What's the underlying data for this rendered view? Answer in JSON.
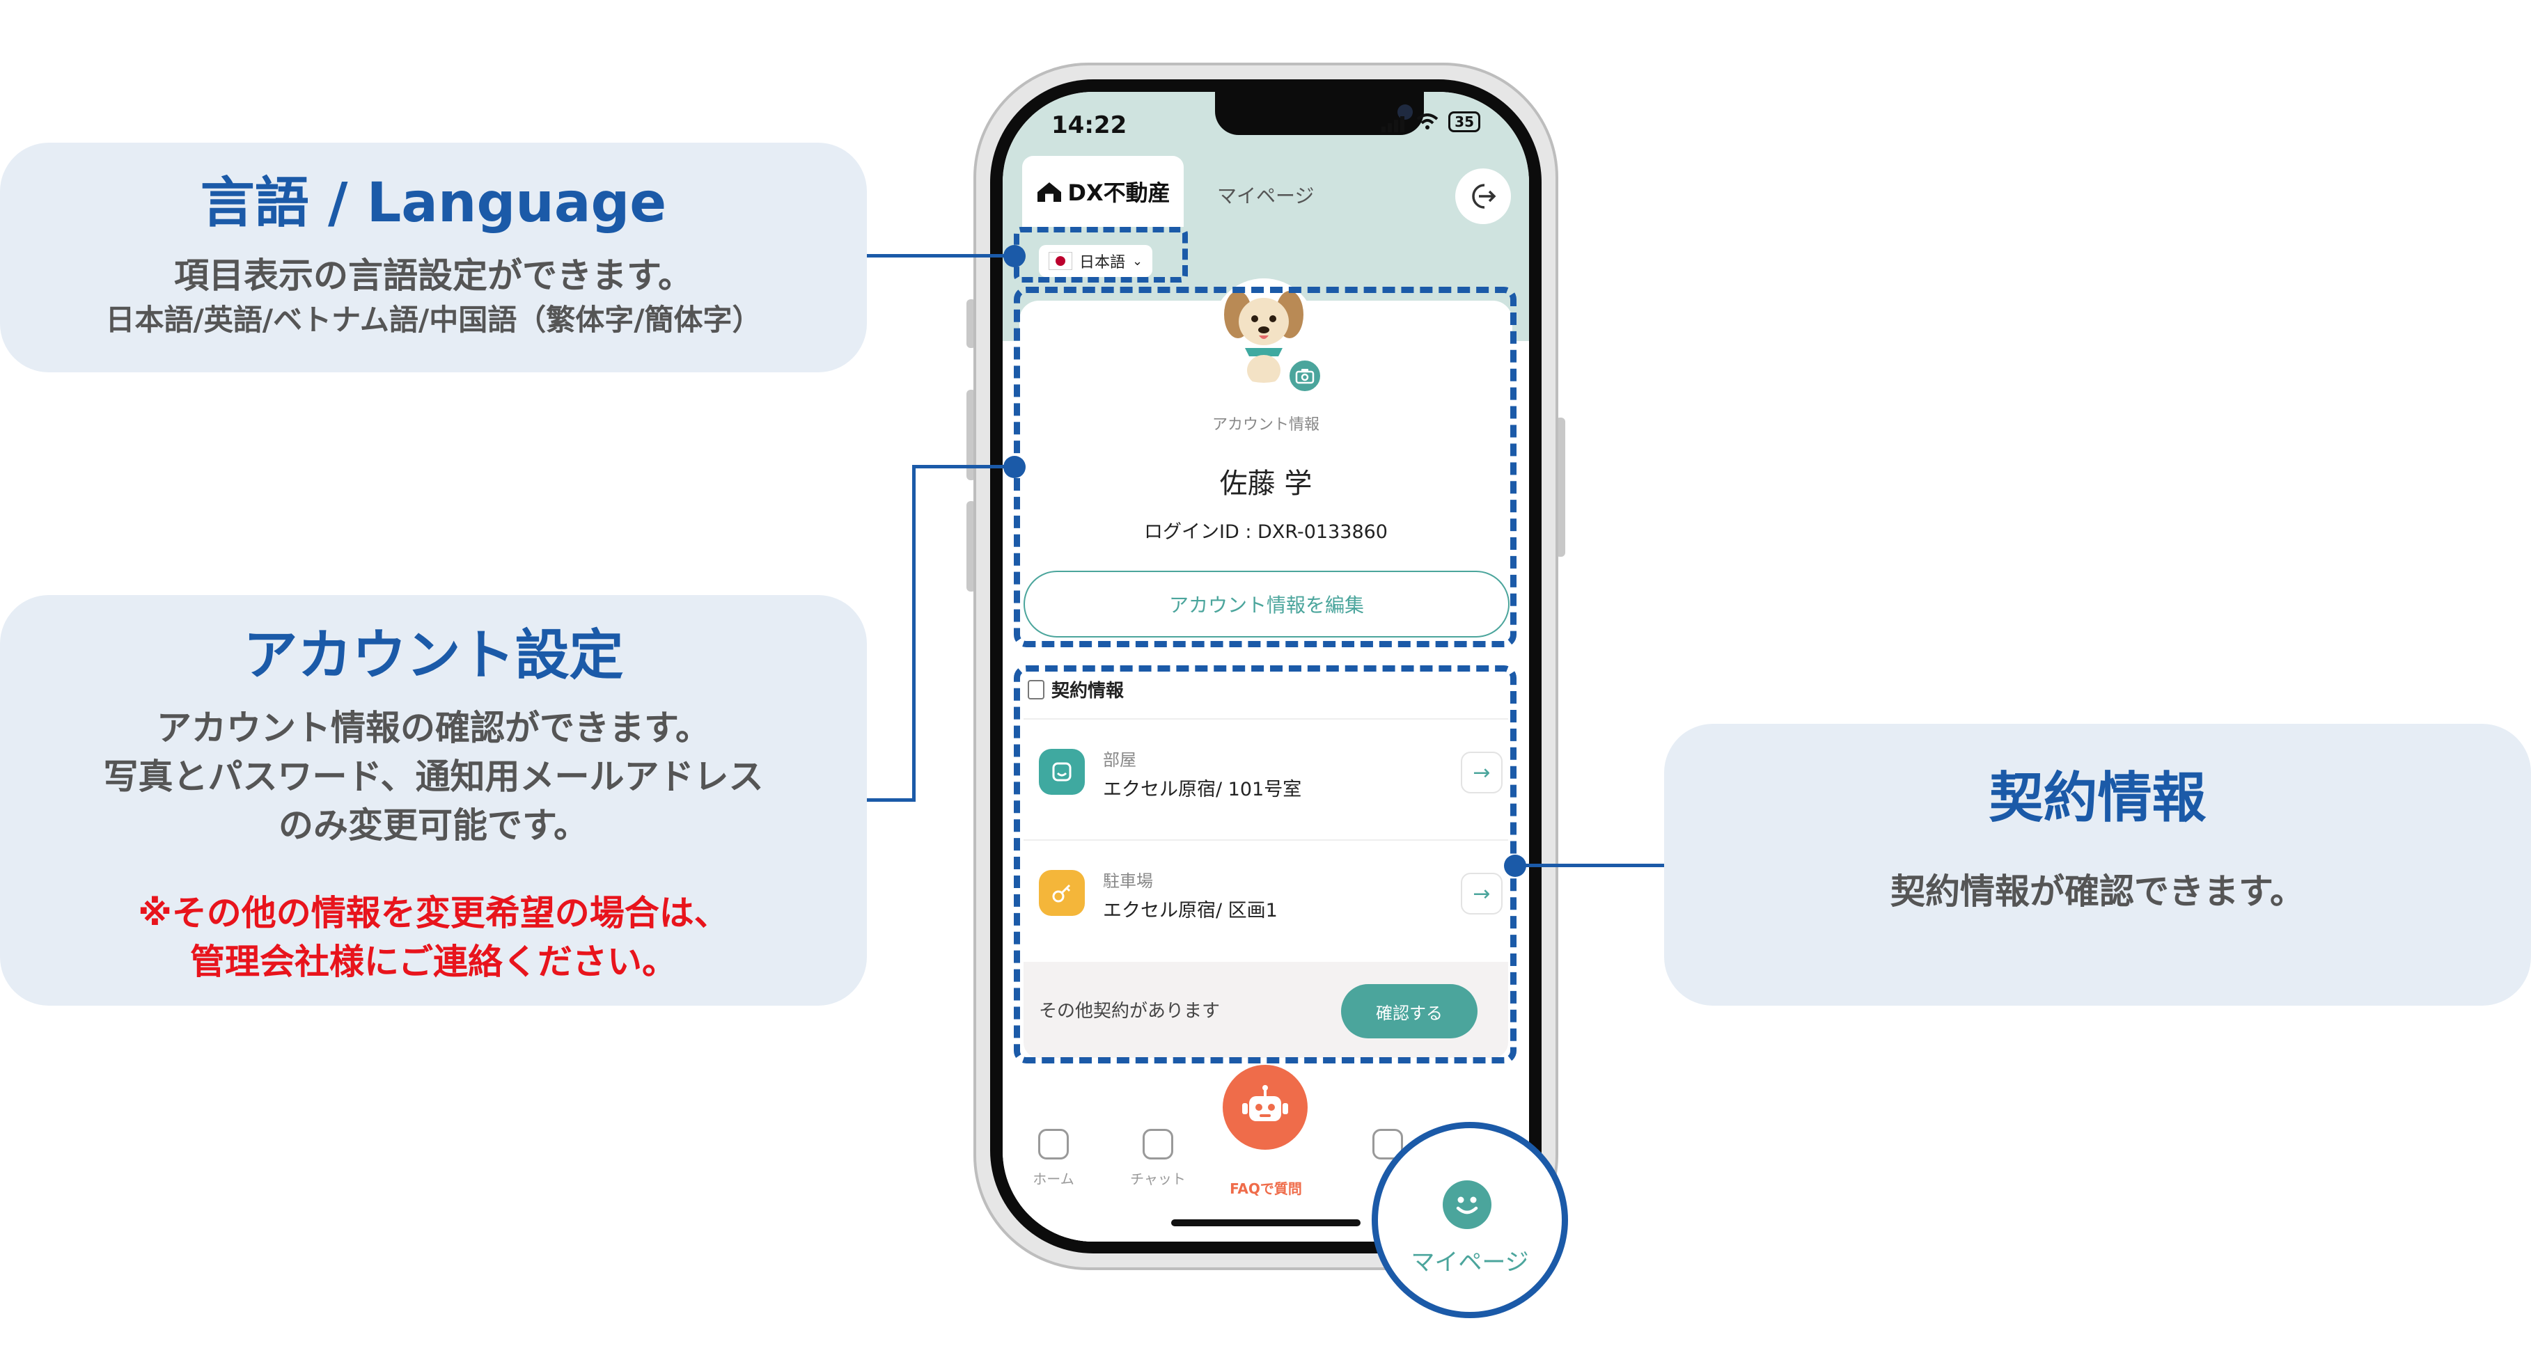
{
  "callouts": {
    "language": {
      "title": "言語 / Language",
      "text": "項目表示の言語設定ができます。",
      "sub": "日本語/英語/ベトナム語/中国語（繁体字/簡体字）"
    },
    "account": {
      "title": "アカウント設定",
      "lines": [
        "アカウント情報の確認ができます。",
        "写真とパスワード、通知用メールアドレス",
        "のみ変更可能です。"
      ],
      "notes": [
        "※その他の情報を変更希望の場合は、",
        "管理会社様にご連絡ください。"
      ]
    },
    "contract": {
      "title": "契約情報",
      "text": "契約情報が確認できます。"
    }
  },
  "status_bar": {
    "time": "14:22",
    "battery": "35"
  },
  "header": {
    "logo": "DX不動産",
    "tab": "マイページ",
    "logout_icon": "logout-icon",
    "language_selected": "日本語"
  },
  "profile": {
    "caption": "アカウント情報",
    "name": "佐藤 学",
    "login_id": "ログインID : DXR-0133860",
    "edit_button": "アカウント情報を編集"
  },
  "contracts": {
    "title": "契約情報",
    "rows": [
      {
        "category": "部屋",
        "value": "エクセル原宿/ 101号室",
        "icon": "room-icon",
        "color": "#3fa9a0"
      },
      {
        "category": "駐車場",
        "value": "エクセル原宿/ 区画1",
        "icon": "key-icon",
        "color": "#f4b63a"
      }
    ],
    "other_text": "その他契約があります",
    "confirm_button": "確認する"
  },
  "tabbar": {
    "items": [
      {
        "label": "ホーム",
        "icon": "home-icon"
      },
      {
        "label": "チャット",
        "icon": "chat-icon"
      },
      {
        "label": "FAQで質問",
        "icon": "robot-icon"
      },
      {
        "label": "マイページ",
        "icon": "smile-icon"
      }
    ]
  },
  "colors": {
    "accent": "#1b5aa8",
    "teal": "#4ba59c",
    "orange": "#ef6c4a",
    "note_red": "#e8141c",
    "panel": "#e6edf5"
  }
}
